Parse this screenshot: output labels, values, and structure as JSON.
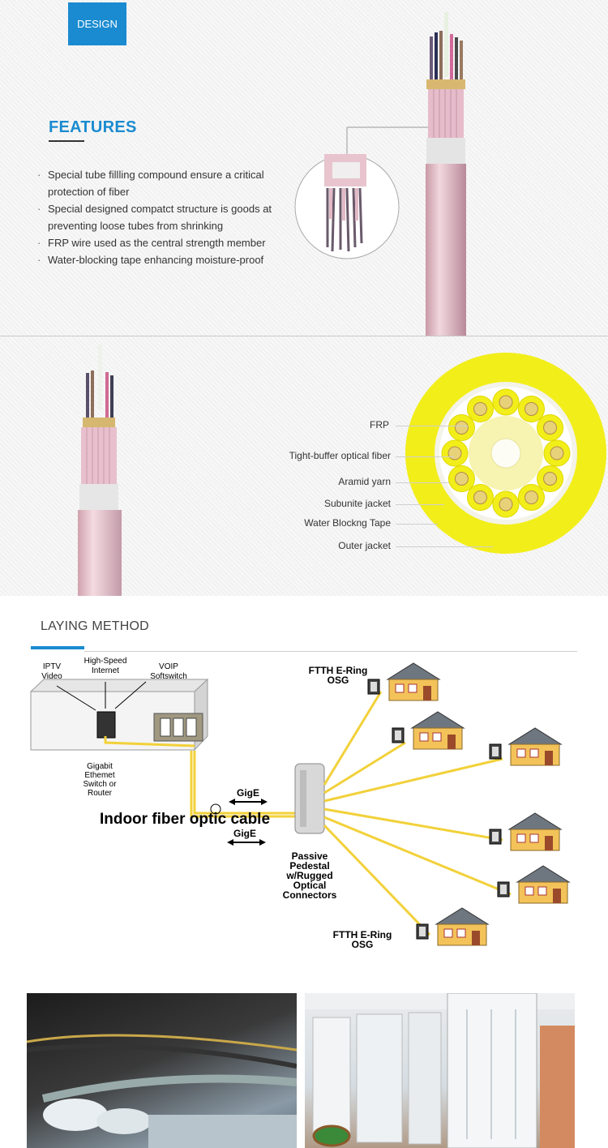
{
  "design_tag": "DESIGN",
  "features": {
    "title": "FEATURES",
    "items": [
      "Special tube fillling compound ensure a critical protection of fiber",
      "Special designed compatct structure is goods at preventing loose tubes from shrinking",
      "FRP wire used as the central strength member",
      "Water-blocking tape enhancing moisture-proof"
    ]
  },
  "structure": {
    "labels": {
      "frp": "FRP",
      "tight_buffer": "Tight-buffer optical fiber",
      "aramid": "Aramid yarn",
      "subunit": "Subunite jacket",
      "water_tape": "Water Blockng Tape",
      "outer": "Outer jacket"
    },
    "colors": {
      "jacket": "#f2ee1a",
      "cable_pink": "#e9c8d0"
    }
  },
  "laying": {
    "title": "LAYING METHOD",
    "iptv": [
      "IPTV",
      "Video"
    ],
    "highspeed": [
      "High-Speed",
      "Internet"
    ],
    "voip": [
      "VOIP",
      "Softswitch"
    ],
    "switch": [
      "Gigabit",
      "Ethemet",
      "Switch or",
      "Router"
    ],
    "gige": "GigE",
    "cable_label": "Indoor fiber optic cable",
    "pedestal": [
      "Passive",
      "Pedestal",
      "w/Rugged",
      "Optical",
      "Connectors"
    ],
    "ftth": [
      "FTTH E-Ring",
      "OSG"
    ]
  }
}
